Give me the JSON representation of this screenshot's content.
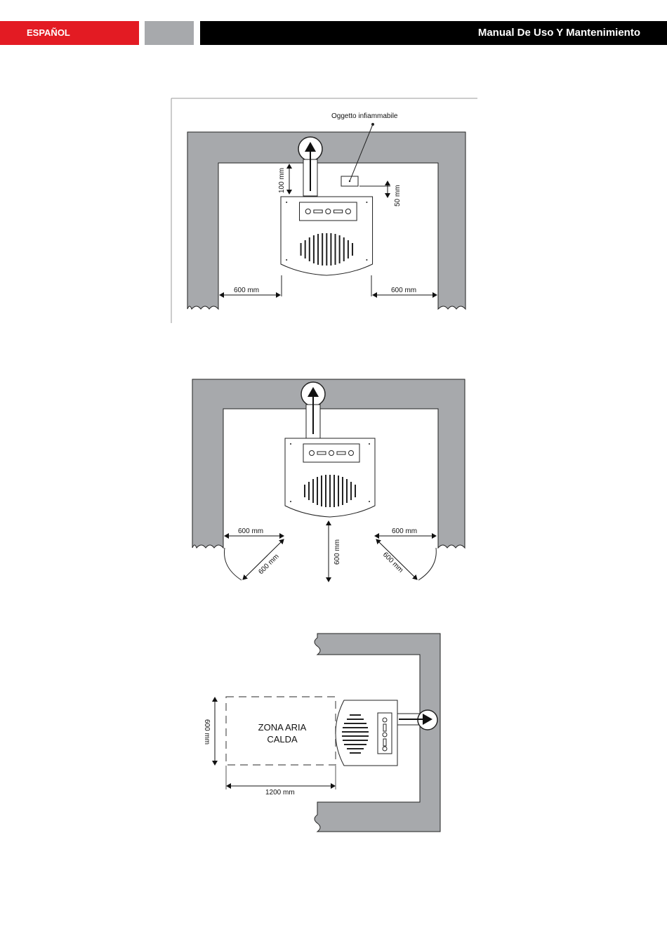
{
  "header": {
    "language": "ESPAÑOL",
    "manual_title": "Manual De Uso Y Mantenimiento"
  },
  "figure1": {
    "flammable_label": "Oggetto infiammabile",
    "dim_back": "100 mm",
    "dim_object": "50 mm",
    "dim_left": "600 mm",
    "dim_right": "600 mm"
  },
  "figure2": {
    "dim_left": "600 mm",
    "dim_right": "600 mm",
    "dim_diag_left": "600 mm",
    "dim_diag_right": "600 mm",
    "dim_front": "600 mm"
  },
  "figure3": {
    "zone_line1": "ZONA ARIA",
    "zone_line2": "CALDA",
    "dim_height": "600 mm",
    "dim_width": "1200 mm"
  }
}
